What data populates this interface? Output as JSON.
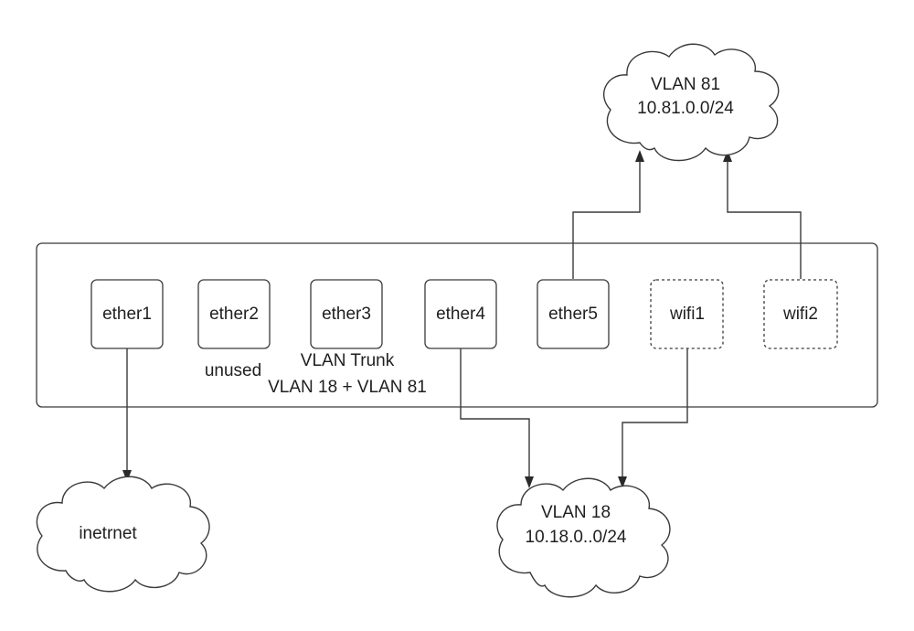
{
  "device": {
    "ports": [
      {
        "label": "ether1",
        "style": "solid"
      },
      {
        "label": "ether2",
        "style": "solid"
      },
      {
        "label": "ether3",
        "style": "solid"
      },
      {
        "label": "ether4",
        "style": "solid"
      },
      {
        "label": "ether5",
        "style": "solid"
      },
      {
        "label": "wifi1",
        "style": "dashed"
      },
      {
        "label": "wifi2",
        "style": "dashed"
      }
    ],
    "notes": {
      "ether2": "unused",
      "ether3_line1": "VLAN Trunk",
      "ether3_line2": "VLAN 18 + VLAN 81"
    }
  },
  "clouds": {
    "internet": {
      "label": "inetrnet"
    },
    "vlan81": {
      "line1": "VLAN 81",
      "line2": "10.81.0.0/24"
    },
    "vlan18": {
      "line1": "VLAN 18",
      "line2": "10.18.0..0/24"
    }
  },
  "connections": [
    {
      "from": "ether1",
      "to": "internet"
    },
    {
      "from": "ether4",
      "to": "vlan18"
    },
    {
      "from": "wifi1",
      "to": "vlan18"
    },
    {
      "from": "ether5",
      "to": "vlan81"
    },
    {
      "from": "wifi2",
      "to": "vlan81"
    }
  ],
  "colors": {
    "stroke": "#3a3a3a",
    "text": "#1f1f1f",
    "background": "#ffffff"
  }
}
